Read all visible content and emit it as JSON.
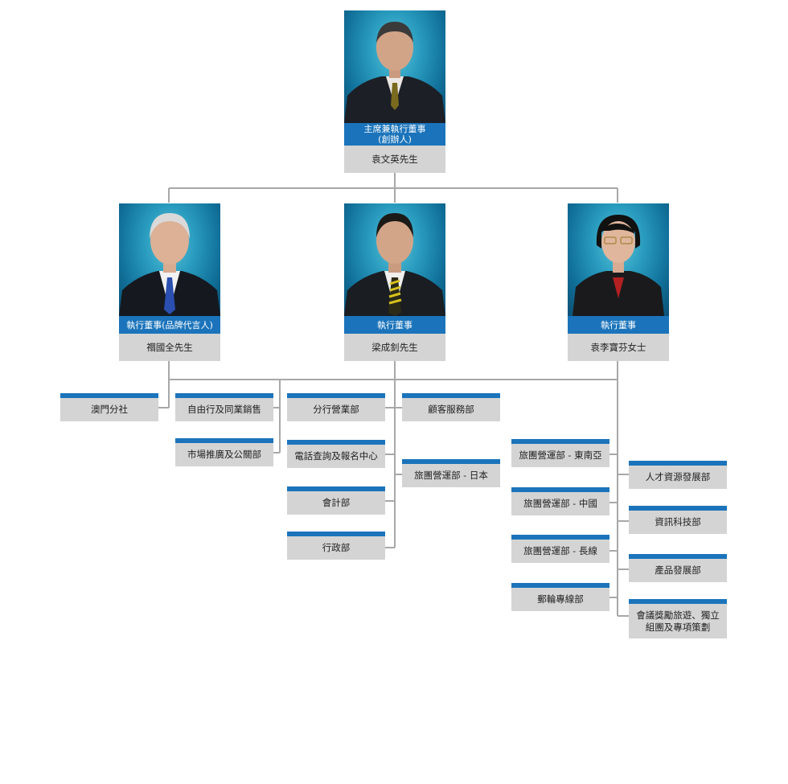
{
  "people": {
    "founder": {
      "title": "主席兼執行董事\n(創辦人)",
      "name": "袁文英先生",
      "photo": "portrait-photo"
    },
    "exec_left": {
      "title": "執行董事(品牌代言人)",
      "name": "禤國全先生",
      "photo": "portrait-photo"
    },
    "exec_mid": {
      "title": "執行董事",
      "name": "梁成釗先生",
      "photo": "portrait-photo"
    },
    "exec_right": {
      "title": "執行董事",
      "name": "袁李寶芬女士",
      "photo": "portrait-photo"
    }
  },
  "departments": {
    "macau": "澳門分社",
    "fit_trade": "自由行及同業銷售",
    "marketing_pr": "市場推廣及公關部",
    "branch_ops": "分行營業部",
    "phone_center": "電話查詢及報名中心",
    "accounting": "會計部",
    "admin": "行政部",
    "customer_service": "顧客服務部",
    "tour_japan": "旅團營運部 - 日本",
    "tour_sea": "旅團營運部 - 東南亞",
    "tour_china": "旅團營運部 - 中國",
    "tour_longhaul": "旅團營運部 - 長線",
    "cruise": "郵輪專線部",
    "hr": "人才資源發展部",
    "it": "資訊科技部",
    "product_dev": "產品發展部",
    "mice": "會議獎勵旅遊、獨立\n組團及專項策劃"
  },
  "colors": {
    "accent": "#1b74bb",
    "box": "#d4d4d4",
    "line": "#a8a8a8"
  }
}
